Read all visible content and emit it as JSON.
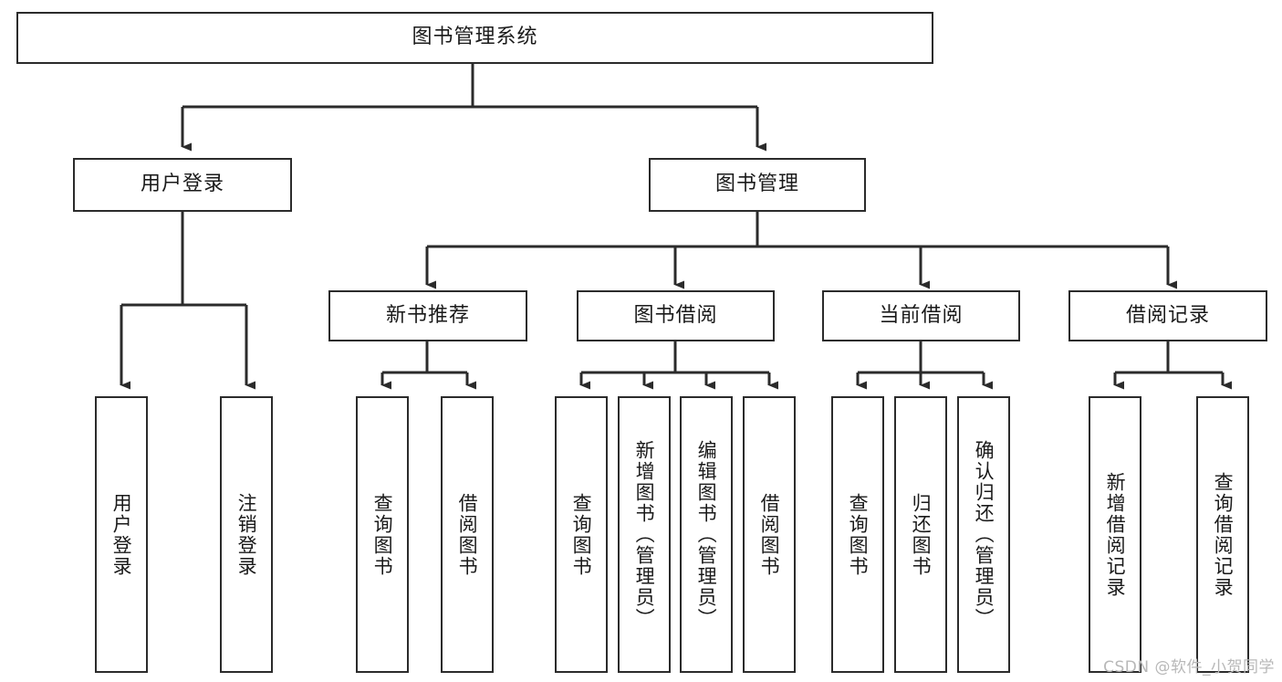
{
  "diagram": {
    "type": "tree-hierarchy",
    "title": "图书管理系统",
    "watermark": "CSDN @软件_小贺同学",
    "colors": {
      "stroke": "#2b2b2b",
      "fill": "#ffffff",
      "text": "#1a1a1a",
      "watermark": "#b8b8b8"
    },
    "root": {
      "label": "图书管理系统",
      "orientation": "horizontal"
    },
    "level2": [
      {
        "label": "用户登录",
        "orientation": "horizontal"
      },
      {
        "label": "图书管理",
        "orientation": "horizontal"
      }
    ],
    "level3": [
      {
        "label": "新书推荐",
        "orientation": "horizontal"
      },
      {
        "label": "图书借阅",
        "orientation": "horizontal"
      },
      {
        "label": "当前借阅",
        "orientation": "horizontal"
      },
      {
        "label": "借阅记录",
        "orientation": "horizontal"
      }
    ],
    "leaves": {
      "user_login": [
        {
          "label": "用户登录",
          "orientation": "vertical"
        },
        {
          "label": "注销登录",
          "orientation": "vertical"
        }
      ],
      "new_book_recommend": [
        {
          "label": "查询图书",
          "orientation": "vertical"
        },
        {
          "label": "借阅图书",
          "orientation": "vertical"
        }
      ],
      "book_borrow": [
        {
          "label": "查询图书",
          "orientation": "vertical"
        },
        {
          "label": "新增图书（管理员）",
          "orientation": "vertical"
        },
        {
          "label": "编辑图书（管理员）",
          "orientation": "vertical"
        },
        {
          "label": "借阅图书",
          "orientation": "vertical"
        }
      ],
      "current_borrow": [
        {
          "label": "查询图书",
          "orientation": "vertical"
        },
        {
          "label": "归还图书",
          "orientation": "vertical"
        },
        {
          "label": "确认归还（管理员）",
          "orientation": "vertical"
        }
      ],
      "borrow_record": [
        {
          "label": "新增借阅记录",
          "orientation": "vertical"
        },
        {
          "label": "查询借阅记录",
          "orientation": "vertical"
        }
      ]
    }
  }
}
